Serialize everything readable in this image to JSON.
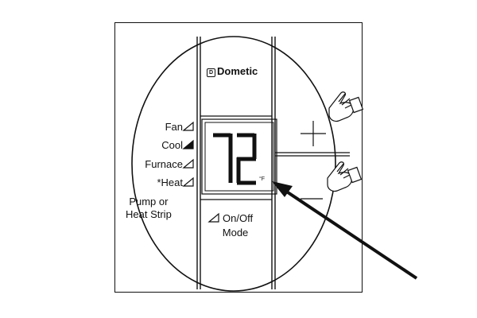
{
  "brand": "Dometic",
  "modes": [
    {
      "label": "Fan",
      "active": false
    },
    {
      "label": "Cool",
      "active": true
    },
    {
      "label": "Furnace",
      "active": false
    },
    {
      "label": "*Heat",
      "active": false
    }
  ],
  "heat_pump_note": {
    "line1": "Pump or",
    "line2": "Heat Strip"
  },
  "display": {
    "temperature": "72",
    "unit": "°F"
  },
  "buttons": {
    "increase_symbol": "+",
    "decrease_symbol": "—",
    "onoff_line1": "On/Off",
    "onoff_line2": "Mode"
  },
  "colors": {
    "ink": "#111111",
    "background": "#ffffff"
  }
}
